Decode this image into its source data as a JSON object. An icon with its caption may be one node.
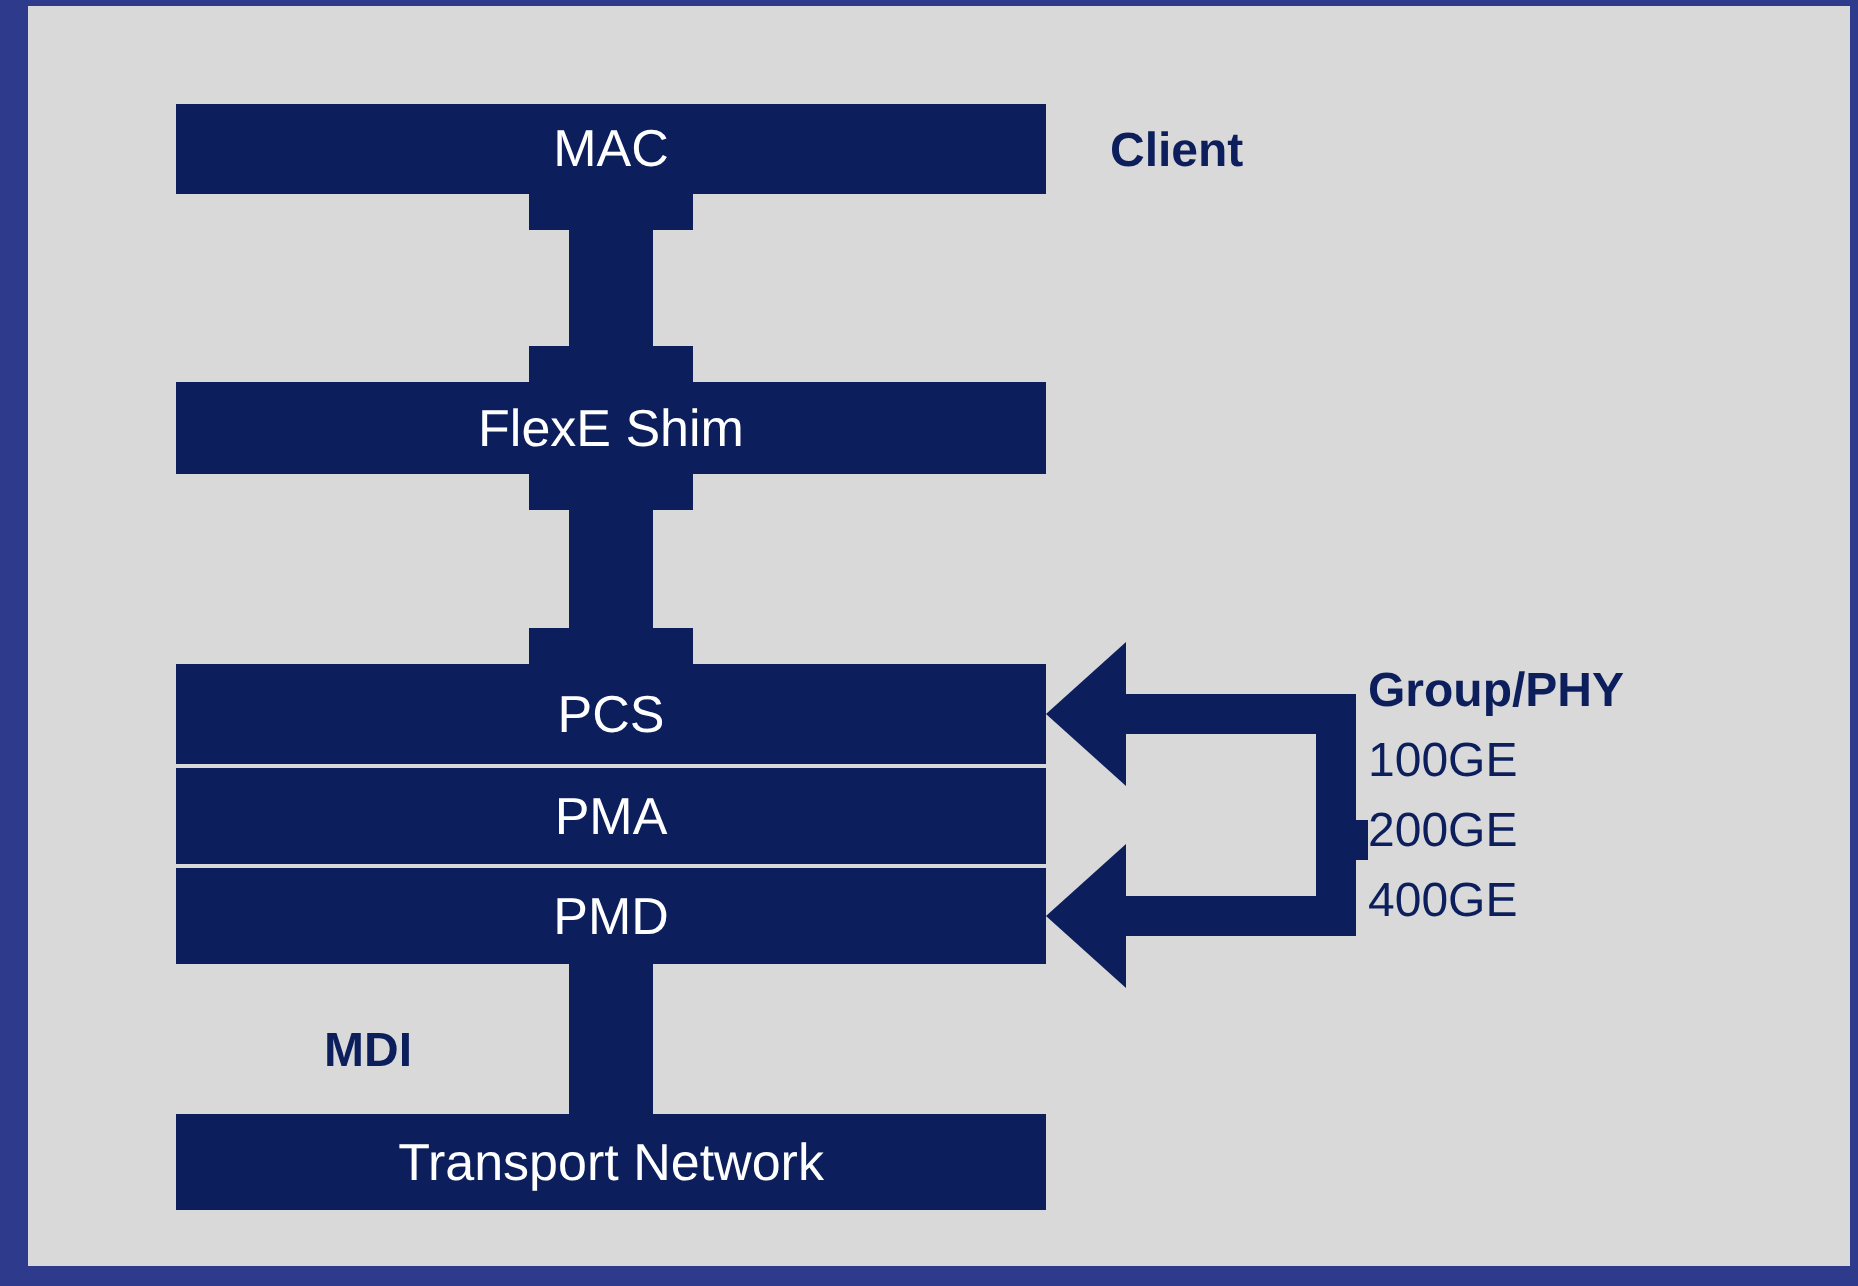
{
  "diagram": {
    "nodes": [
      {
        "text": [
          "MAC"
        ]
      },
      {
        "text": [
          "FlexE Shim"
        ]
      },
      {
        "text": [
          "PCS"
        ]
      },
      {
        "text": [
          "PMA"
        ]
      },
      {
        "text": [
          "PMD"
        ]
      },
      {
        "text": [
          "Transport Network"
        ]
      },
      {
        "text": [
          "Group/PHY",
          "100GE",
          "200GE",
          "400GE"
        ]
      }
    ],
    "edges": [
      {
        "from": 0,
        "to": 1,
        "arrow": "other"
      },
      {
        "from": 1,
        "to": 2,
        "arrow": "other"
      },
      {
        "from": 4,
        "to": 5,
        "arrow": "none"
      },
      {
        "from": 6,
        "to": 2,
        "arrow": "to"
      },
      {
        "from": 6,
        "to": 4,
        "arrow": "to"
      }
    ],
    "labels": [
      "Client",
      "MDI"
    ]
  }
}
